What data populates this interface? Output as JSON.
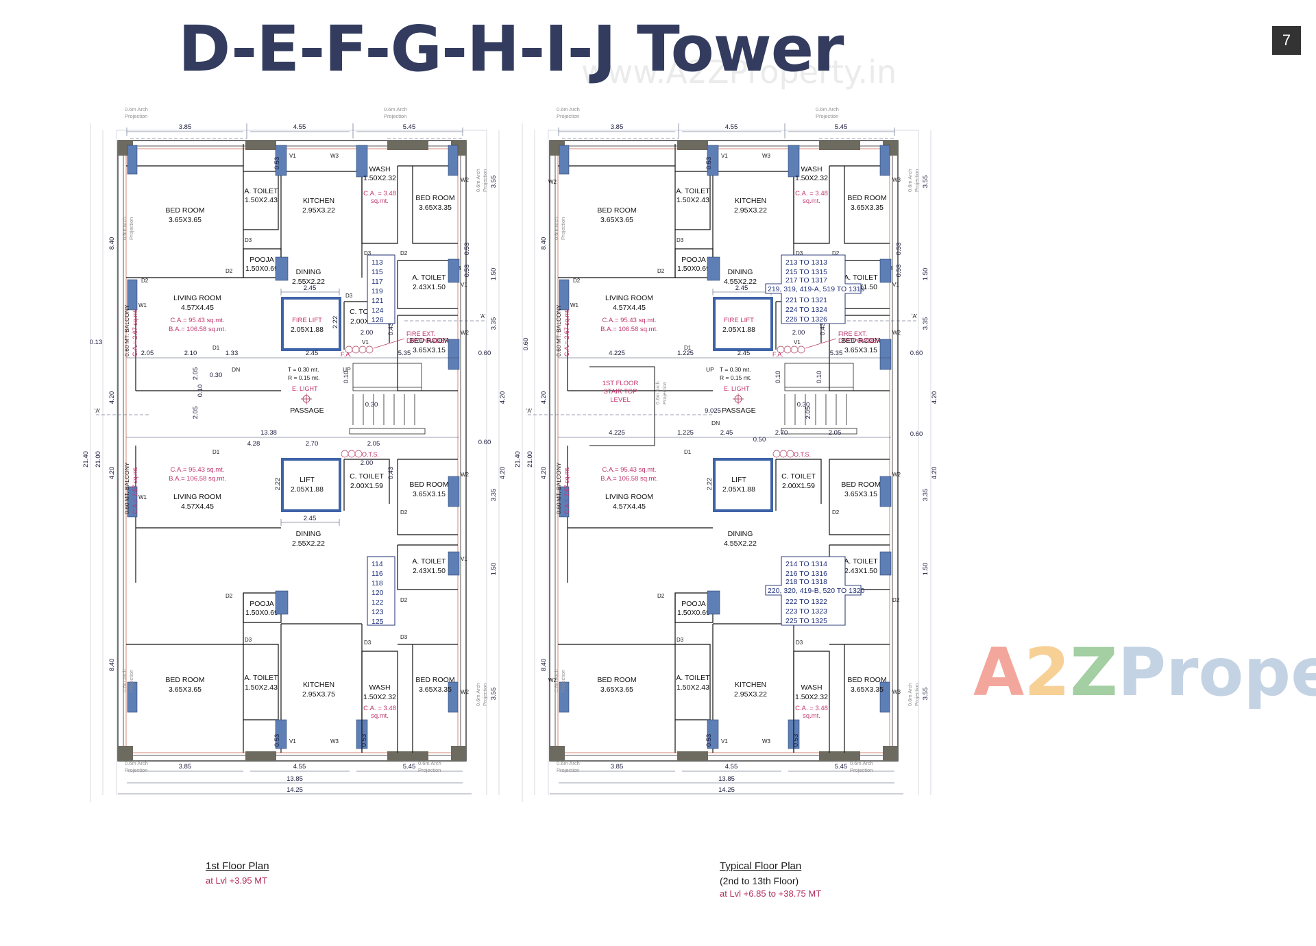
{
  "header": {
    "title": "D-E-F-G-H-I-J Tower",
    "page_number": "7",
    "watermark_top": "www.A2ZProperty.in",
    "watermark_mid_a": "A",
    "watermark_mid_2": "2",
    "watermark_mid_z": "Z",
    "watermark_mid_p": "Property"
  },
  "captions": {
    "left": {
      "title": "1st Floor Plan",
      "sub": "",
      "level": "at Lvl +3.95 MT"
    },
    "right": {
      "title": "Typical Floor Plan",
      "sub": "(2nd to 13th Floor)",
      "level": "at Lvl +6.85 to +38.75 MT"
    }
  },
  "rooms": {
    "bed_room": "BED ROOM",
    "bed_365_365": "3.65X3.65",
    "bed_365_335": "3.65X3.35",
    "bed_365_315": "3.65X3.15",
    "a_toilet": "A. TOILET",
    "a_toilet_150": "1.50X2.43",
    "a_toilet_243": "2.43X1.50",
    "kitchen": "KITCHEN",
    "kitchen_295_322": "2.95X3.22",
    "kitchen_295_375": "2.95X3.75",
    "wash": "WASH",
    "wash_150": "1.50X2.32",
    "wash_ca": "C.A. = 3.48",
    "wash_ca2": "sq.mt.",
    "pooja": "POOJA",
    "pooja_150": "1.50X0.69",
    "dining": "DINING",
    "dining_255": "2.55X2.22",
    "dining_455": "4.55X2.22",
    "living_room": "LIVING ROOM",
    "living_457": "4.57X4.45",
    "ca": "C.A.= 95.43 sq.mt.",
    "ba": "B.A.= 106.58 sq.mt.",
    "balcony": "0.60 MT. BALCONY",
    "balcony_area": "C.A.= 2.67 sq.mt.",
    "fire_lift": "FIRE LIFT",
    "fire_lift_dim": "2.05X1.88",
    "lift": "LIFT",
    "lift_dim": "2.05X1.88",
    "c_toilet": "C. TOILET",
    "c_toilet_dim": "2.00X1.59",
    "passage": "PASSAGE",
    "e_light": "E. LIGHT",
    "tread": "T = 0.30 mt.",
    "riser": "R = 0.15 mt.",
    "up": "UP",
    "dn": "DN",
    "ots": "O.T.S.",
    "fa": "F.A.",
    "fire_ext1": "FIRE EXT.",
    "fire_ext2": "DRY POWDER",
    "stair_top1": "1ST FLOOR",
    "stair_top2": "STAIR TOP",
    "stair_top3": "LEVEL",
    "arch_proj1": "0.6m Arch",
    "arch_proj2": "Projection",
    "axis": "'A'"
  },
  "doors": {
    "d1": "D1",
    "d2": "D2",
    "d3": "D3",
    "w1": "W1",
    "w2": "W2",
    "w3": "W3",
    "v1": "V1"
  },
  "dims": {
    "d385": "3.85",
    "d455": "4.55",
    "d545": "5.45",
    "d1385": "13.85",
    "d1425": "14.25",
    "d840": "8.40",
    "d2100": "21.00",
    "d2140": "21.40",
    "d420": "4.20",
    "d355": "3.55",
    "d335": "3.35",
    "d150": "1.50",
    "d053": "0.53",
    "d043": "0.43",
    "d060": "0.60",
    "d013": "0.13",
    "d205": "2.05",
    "d210": "2.10",
    "d133": "1.33",
    "d245": "2.45",
    "d535": "5.35",
    "d030": "0.30",
    "d010": "0.10",
    "d222": "2.22",
    "d200": "2.00",
    "d270": "2.70",
    "d1338": "13.38",
    "d428": "4.28",
    "d4225": "4.225",
    "d1225": "1.225",
    "d9025": "9.025",
    "d050": "0.50",
    "d010b": "0.10"
  },
  "unit_numbers": {
    "left_top": [
      "113",
      "115",
      "117",
      "119",
      "121",
      "124",
      "126"
    ],
    "left_bottom": [
      "114",
      "116",
      "118",
      "120",
      "122",
      "123",
      "125"
    ],
    "right_top": {
      "rows": [
        "213 TO 1313",
        "215 TO 1315",
        "217 TO 1317"
      ],
      "wide": "219, 319, 419-A, 519 TO 1319",
      "rows2": [
        "221 TO 1321",
        "224 TO 1324",
        "226 TO 1326"
      ]
    },
    "right_bottom": {
      "rows": [
        "214 TO 1314",
        "216 TO 1316",
        "218 TO 1318"
      ],
      "wide": "220, 320, 419-B, 520 TO 1320",
      "rows2": [
        "222 TO 1322",
        "223 TO 1323",
        "225 TO 1325"
      ]
    }
  },
  "colors": {
    "title": "#333c5e",
    "pink_text": "#c0346b",
    "blue_text": "#20307a",
    "window_fill": "#5e7fb5",
    "lift_stroke": "#3f63a8",
    "badge_bg": "#333333"
  }
}
